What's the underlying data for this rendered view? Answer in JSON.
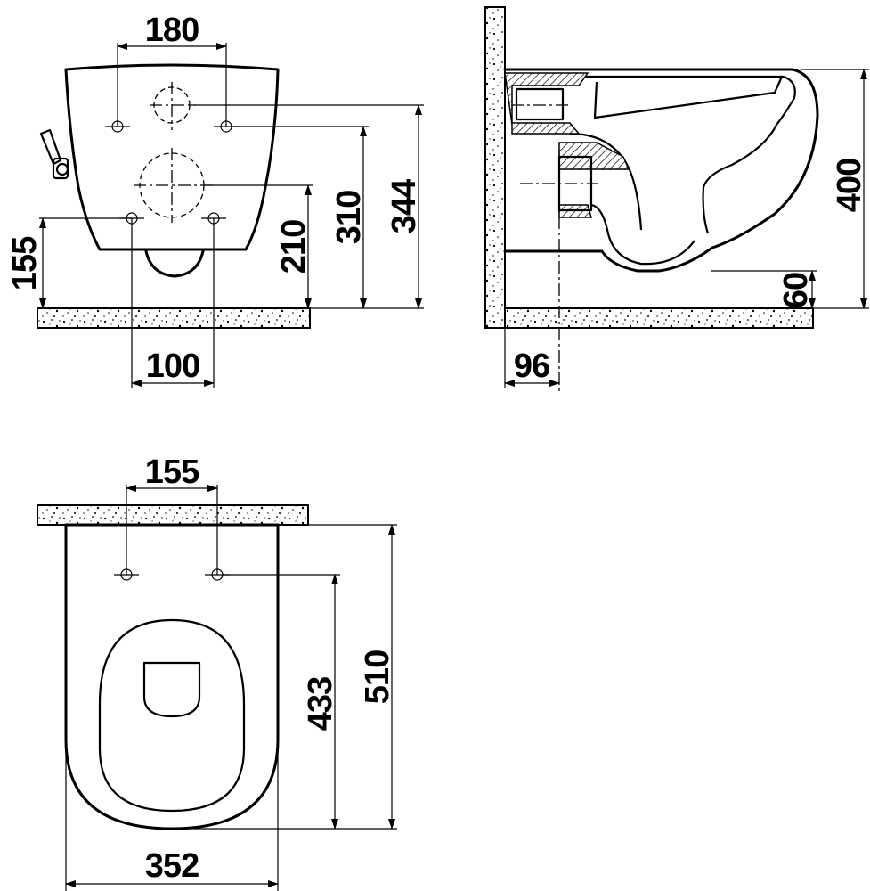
{
  "front_view": {
    "dim_top_holes": "180",
    "dim_height_upper_hole": "344",
    "dim_height_middle_hole": "310",
    "dim_height_lower_holes": "210",
    "dim_floor_to_lower": "155",
    "dim_bottom_holes": "100"
  },
  "side_view": {
    "dim_total_height": "400",
    "dim_bottom_clearance": "60",
    "dim_wall_to_outlet": "96"
  },
  "top_view": {
    "dim_hole_spacing": "155",
    "dim_length": "510",
    "dim_holes_to_front": "433",
    "dim_width": "352"
  }
}
